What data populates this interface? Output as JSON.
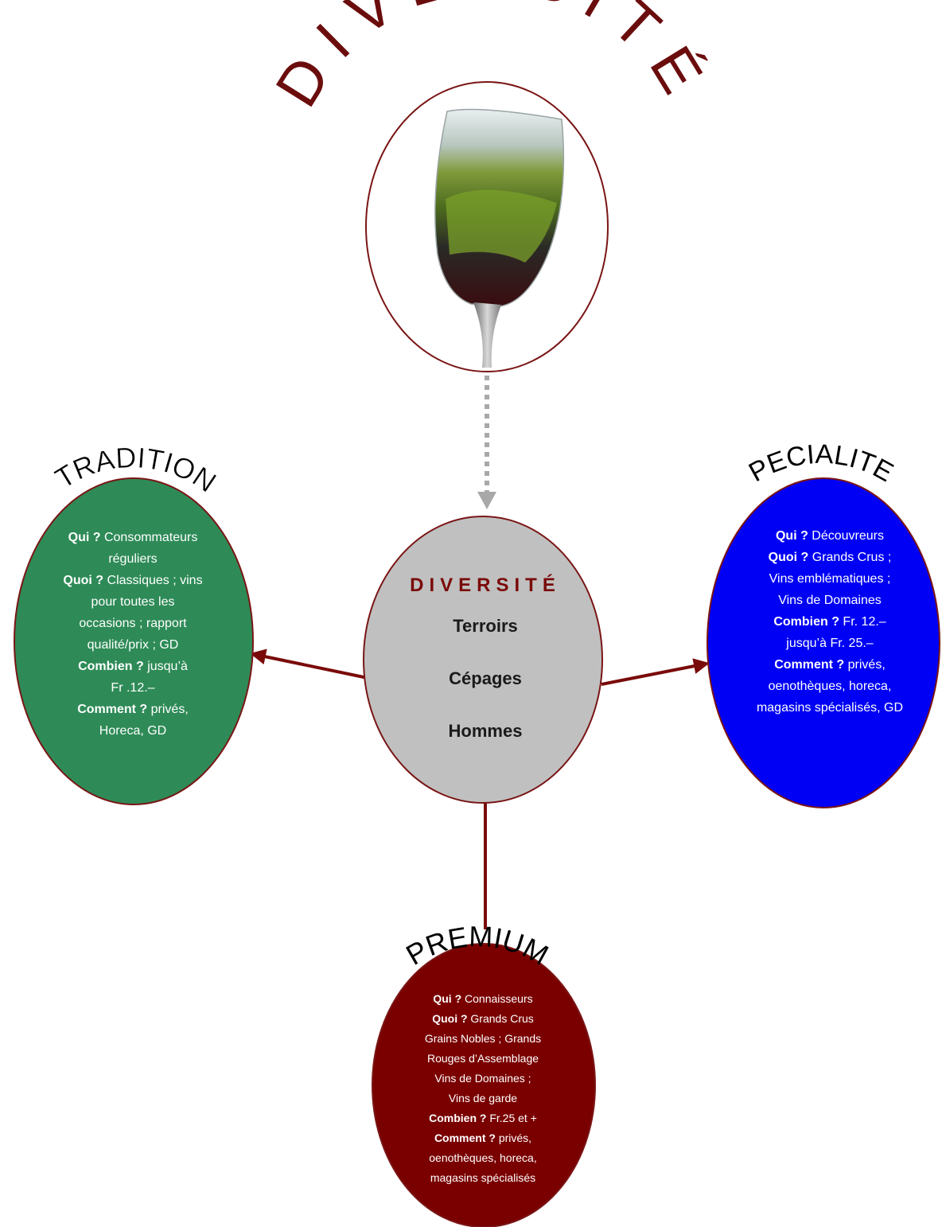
{
  "title": {
    "text": "DIVERSITÉ",
    "color": "#6b0d0d"
  },
  "center": {
    "title": "DIVERSITÉ",
    "items": [
      "Terroirs",
      "Cépages",
      "Hommes"
    ],
    "fill": "#c0c0c0",
    "title_color": "#7a0a0a"
  },
  "tradition": {
    "heading": "TRADITION",
    "fill": "#2e8b57",
    "lines": [
      {
        "b": "Qui ?",
        "t": " Consommateurs"
      },
      {
        "b": "",
        "t": "réguliers"
      },
      {
        "b": "Quoi ?",
        "t": " Classiques ; vins"
      },
      {
        "b": "",
        "t": "pour toutes les"
      },
      {
        "b": "",
        "t": "occasions ; rapport"
      },
      {
        "b": "",
        "t": "qualité/prix ; GD"
      },
      {
        "b": "Combien ?",
        "t": " jusqu’à"
      },
      {
        "b": "",
        "t": "Fr .12.–"
      },
      {
        "b": "Comment ?",
        "t": " privés,"
      },
      {
        "b": "",
        "t": "Horeca, GD"
      }
    ]
  },
  "specialites": {
    "heading": "SPECIALITES",
    "fill": "#0000f5",
    "lines": [
      {
        "b": "Qui ?",
        "t": " Découvreurs"
      },
      {
        "b": "Quoi ?",
        "t": " Grands Crus ;"
      },
      {
        "b": "",
        "t": "Vins emblématiques ;"
      },
      {
        "b": "",
        "t": "Vins de Domaines"
      },
      {
        "b": "Combien ?",
        "t": " Fr. 12.–"
      },
      {
        "b": "",
        "t": "jusqu’à Fr. 25.–"
      },
      {
        "b": "Comment ?",
        "t": " privés,"
      },
      {
        "b": "",
        "t": "oenothèques, horeca,"
      },
      {
        "b": "",
        "t": "magasins spécialisés, GD"
      }
    ]
  },
  "premium": {
    "heading": "PREMIUM",
    "fill": "#7a0000",
    "lines": [
      {
        "b": "Qui ?",
        "t": " Connaisseurs"
      },
      {
        "b": "Quoi ?",
        "t": " Grands Crus"
      },
      {
        "b": "",
        "t": "Grains Nobles ; Grands"
      },
      {
        "b": "",
        "t": "Rouges d’Assemblage"
      },
      {
        "b": "",
        "t": "Vins de Domaines ;"
      },
      {
        "b": "",
        "t": "Vins de garde"
      },
      {
        "b": "Combien ?",
        "t": " Fr.25 et +"
      },
      {
        "b": "Comment ?",
        "t": " privés,"
      },
      {
        "b": "",
        "t": "oenothèques, horeca,"
      },
      {
        "b": "",
        "t": "magasins spécialisés"
      }
    ]
  },
  "arrow_color": "#7a0a0a",
  "dotted_arrow_color": "#a8a8a8"
}
